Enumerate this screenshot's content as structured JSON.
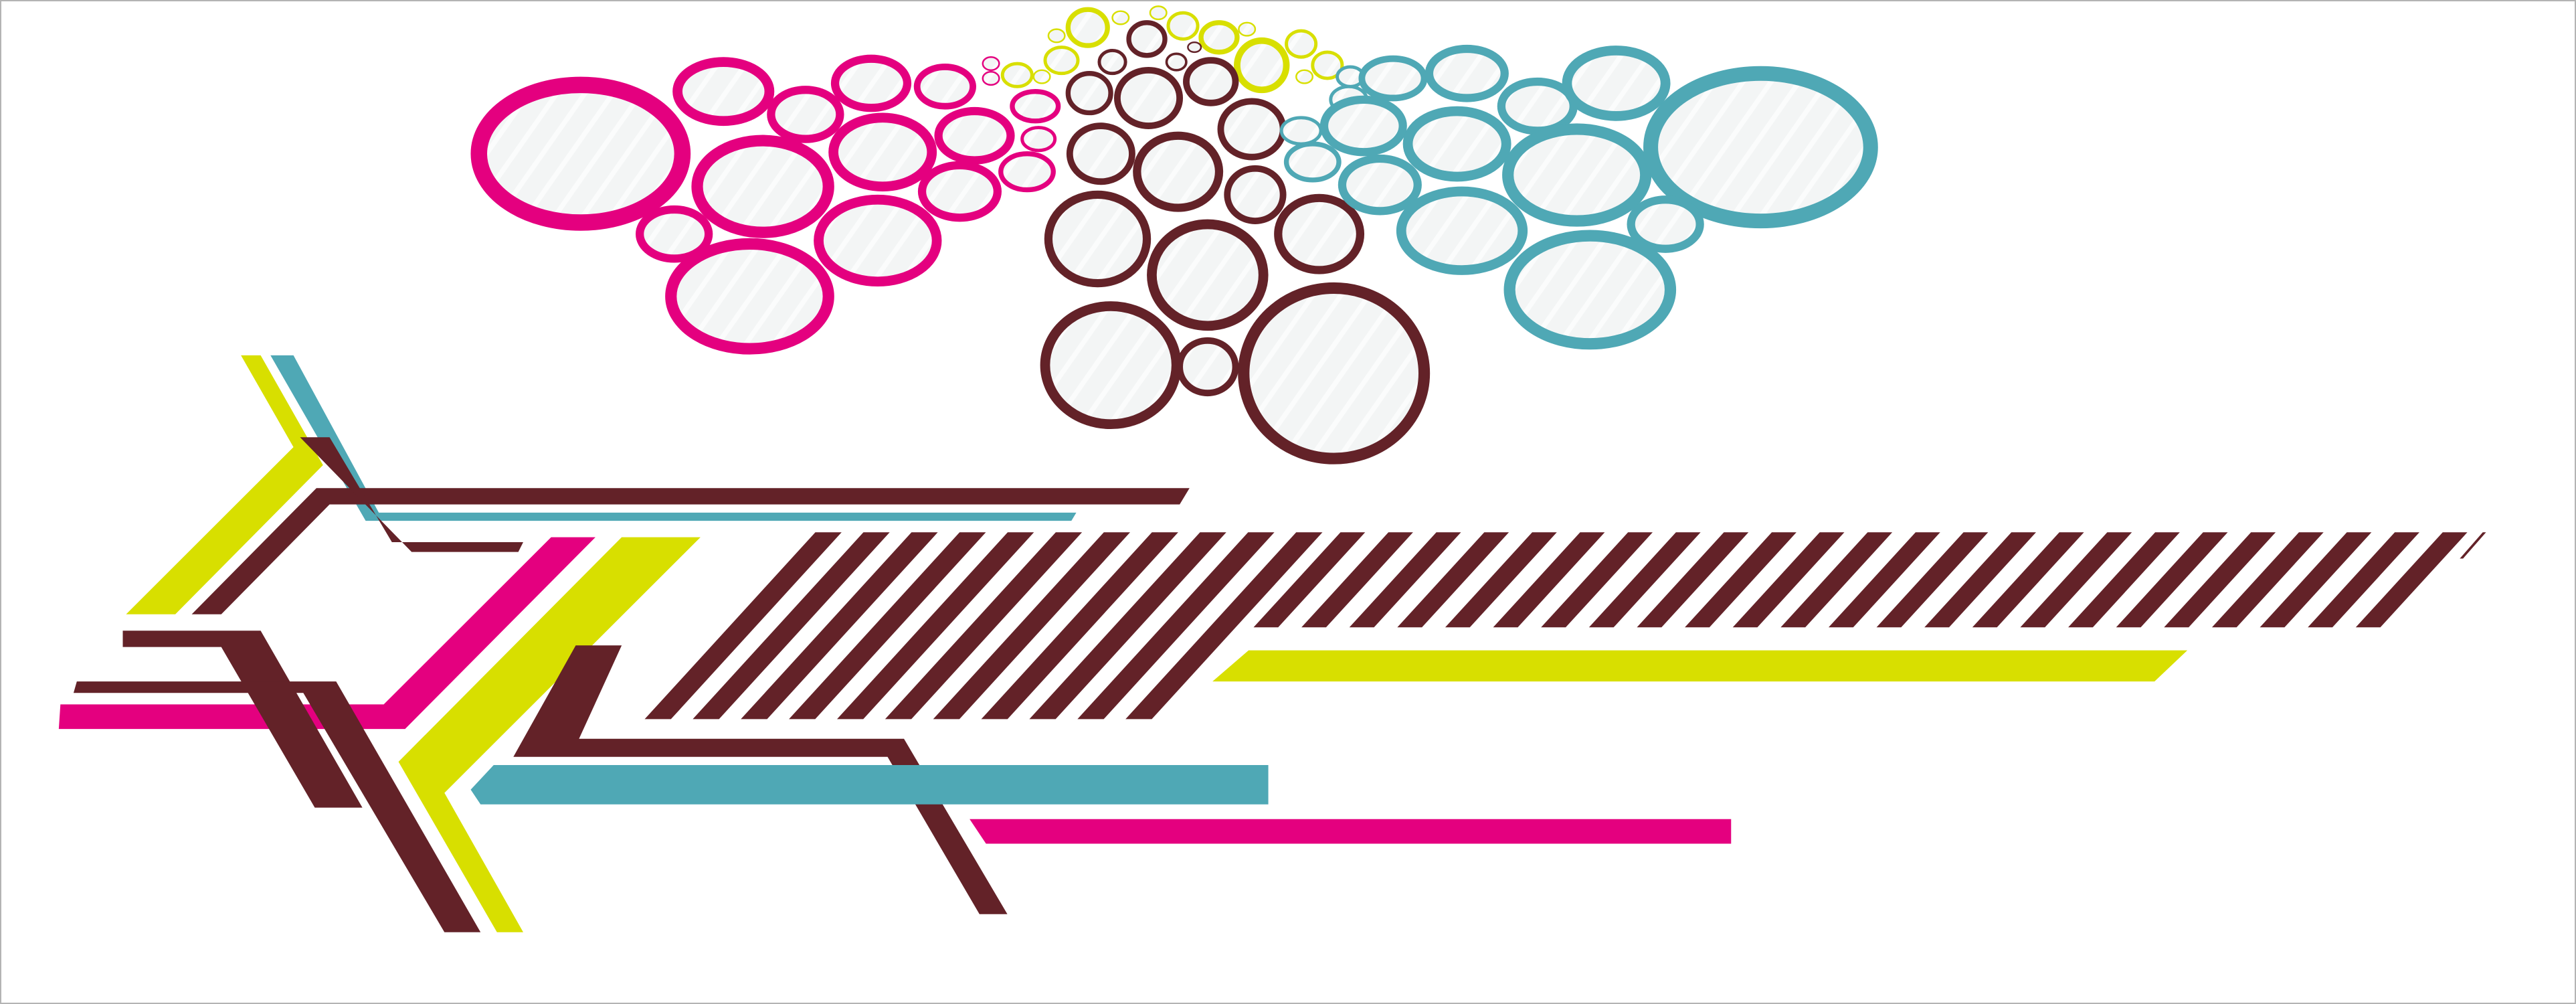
{
  "artwork": {
    "colors": {
      "pink": "#e4007f",
      "yellow": "#d8df00",
      "teal": "#4fa8b5",
      "maroon": "#632228",
      "bubble_fill": "#f3f5f5",
      "background": "#ffffff"
    },
    "icons": [
      "bubble-cluster",
      "diagonal-stripes",
      "chevron-lines"
    ]
  }
}
